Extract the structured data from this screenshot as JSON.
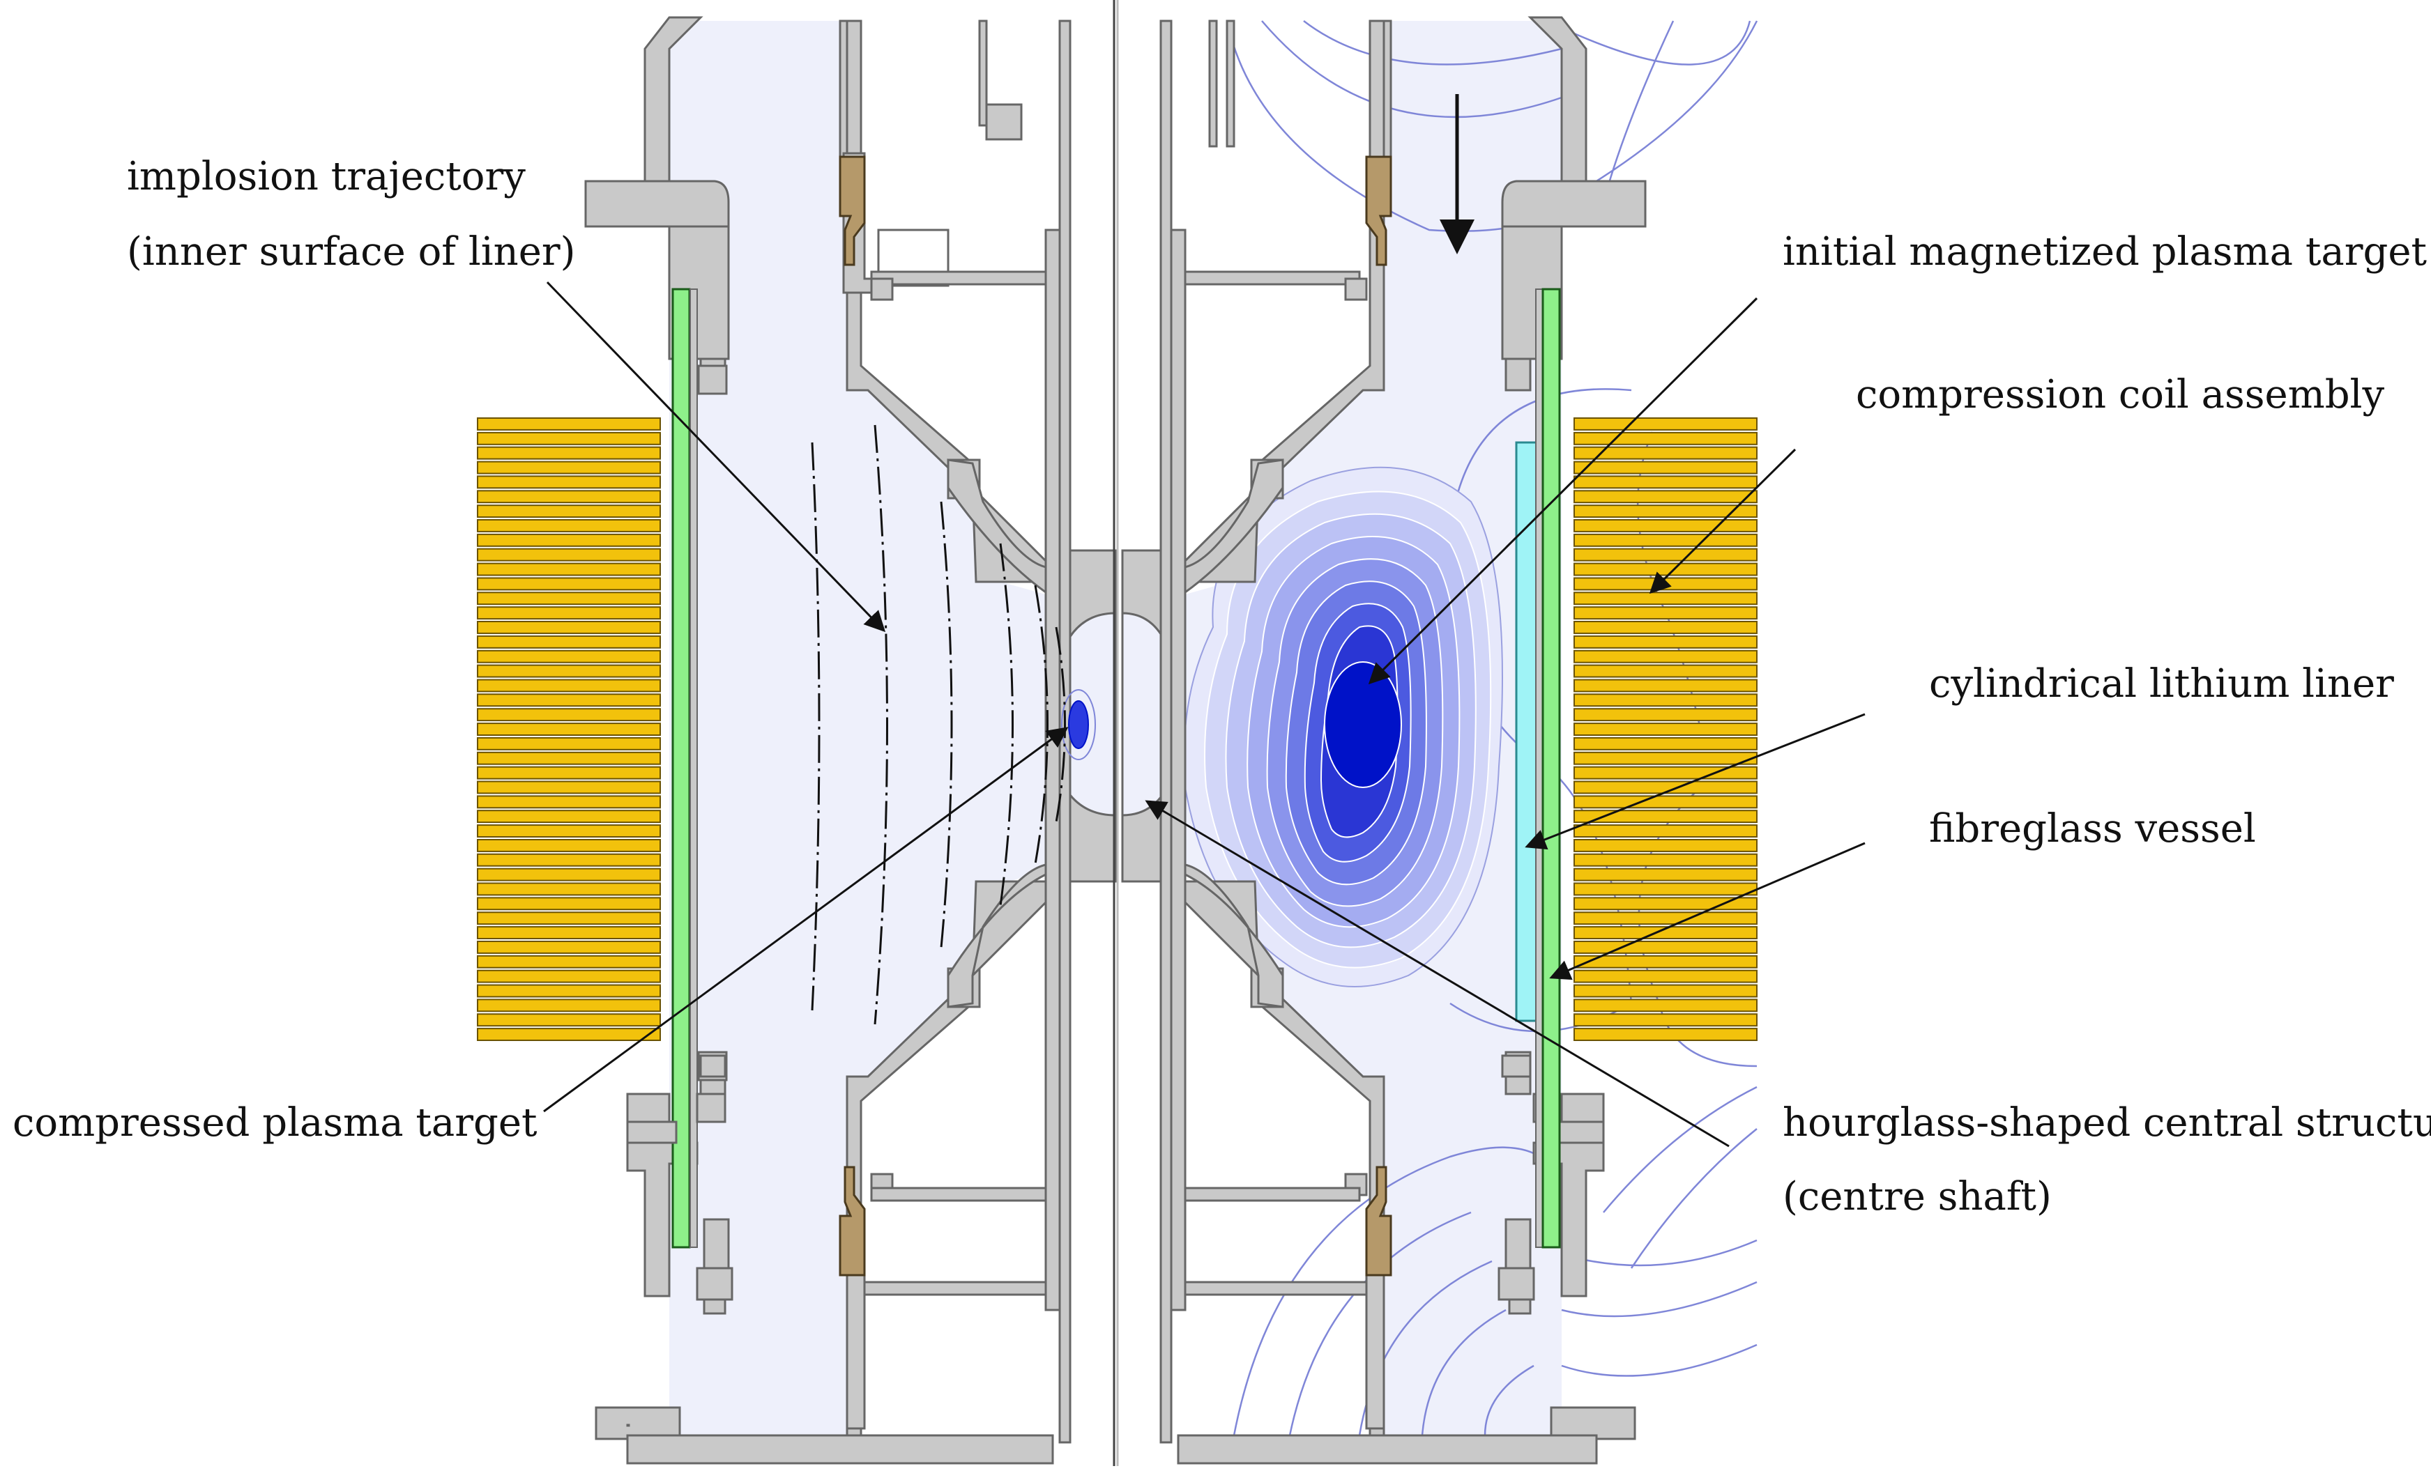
{
  "labels": {
    "implosion_trajectory_1": "implosion trajectory",
    "implosion_trajectory_2": "(inner surface of liner)",
    "initial_target": "initial magnetized plasma target",
    "compression_coil": "compression coil assembly",
    "lithium_liner": "cylindrical lithium liner",
    "fibreglass_vessel": "fibreglass vessel",
    "compressed_target": "compressed plasma target",
    "centre_shaft_1": "hourglass-shaped central structure",
    "centre_shaft_2": "(centre shaft)"
  },
  "colors": {
    "vessel_interior": "#eef0fb",
    "structure_gray": "#c9c9c9",
    "structure_edge": "#666666",
    "coil_gold": "#f2c20c",
    "fibreglass_green": "#8ef08a",
    "liner_cyan": "#9ff3f6",
    "bracket_bronze": "#b5996a",
    "plasma_core": "#0012c8",
    "flux_lines": "#7f86d8"
  }
}
